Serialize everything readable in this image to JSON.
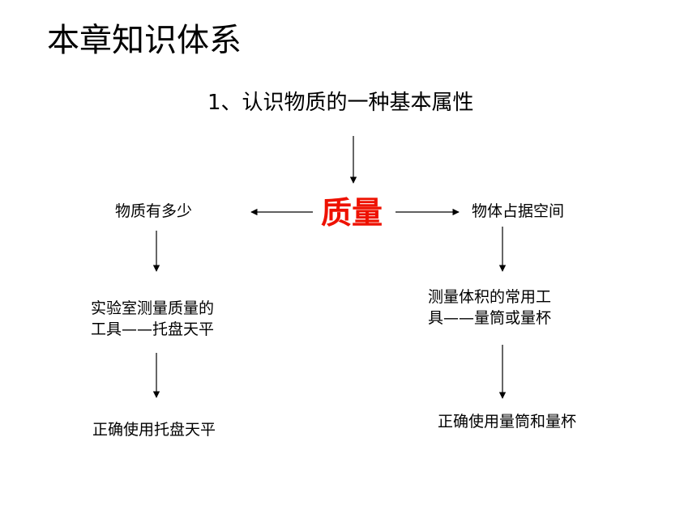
{
  "title": "本章知识体系",
  "subtitle": "1、认识物质的一种基本属性",
  "center": "质量",
  "center_color": "#ee1100",
  "left": {
    "concept": "物质有多少",
    "tool_line1": "实验室测量质量的",
    "tool_line2": "工具——托盘天平",
    "usage": "正确使用托盘天平"
  },
  "right": {
    "concept": "物体占据空间",
    "tool_line1": "测量体积的常用工",
    "tool_line2": "具——量筒或量杯",
    "usage": "正确使用量筒和量杯"
  }
}
